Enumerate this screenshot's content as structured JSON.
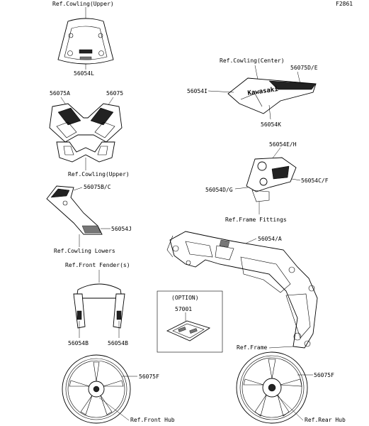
{
  "diagram": {
    "figure_code": "F2861",
    "labels": {
      "ref_cowling_upper_top": "Ref.Cowling(Upper)",
      "p56054L": "56054L",
      "p56075A": "56075A",
      "p56075": "56075",
      "ref_cowling_upper_mid": "Ref.Cowling(Upper)",
      "p56075BC": "56075B/C",
      "p56054J": "56054J",
      "ref_cowling_lowers": "Ref.Cowling Lowers",
      "ref_front_fender": "Ref.Front Fender(s)",
      "p56054B_left": "56054B",
      "p56054B_right": "56054B",
      "p56075F_front": "56075F",
      "ref_front_hub": "Ref.Front Hub",
      "ref_cowling_center": "Ref.Cowling(Center)",
      "p56075DE": "56075D/E",
      "p56054I": "56054I",
      "p56054K": "56054K",
      "p56054EH": "56054E/H",
      "p56054CF": "56054C/F",
      "p56054DG": "56054D/G",
      "ref_frame_fittings": "Ref.Frame Fittings",
      "p56054A": "56054/A",
      "option_title": "(OPTION)",
      "p57001": "57001",
      "ref_frame": "Ref.Frame",
      "p56075F_rear": "56075F",
      "ref_rear_hub": "Ref.Rear Hub"
    },
    "brand_mark": "Kawasaki"
  }
}
